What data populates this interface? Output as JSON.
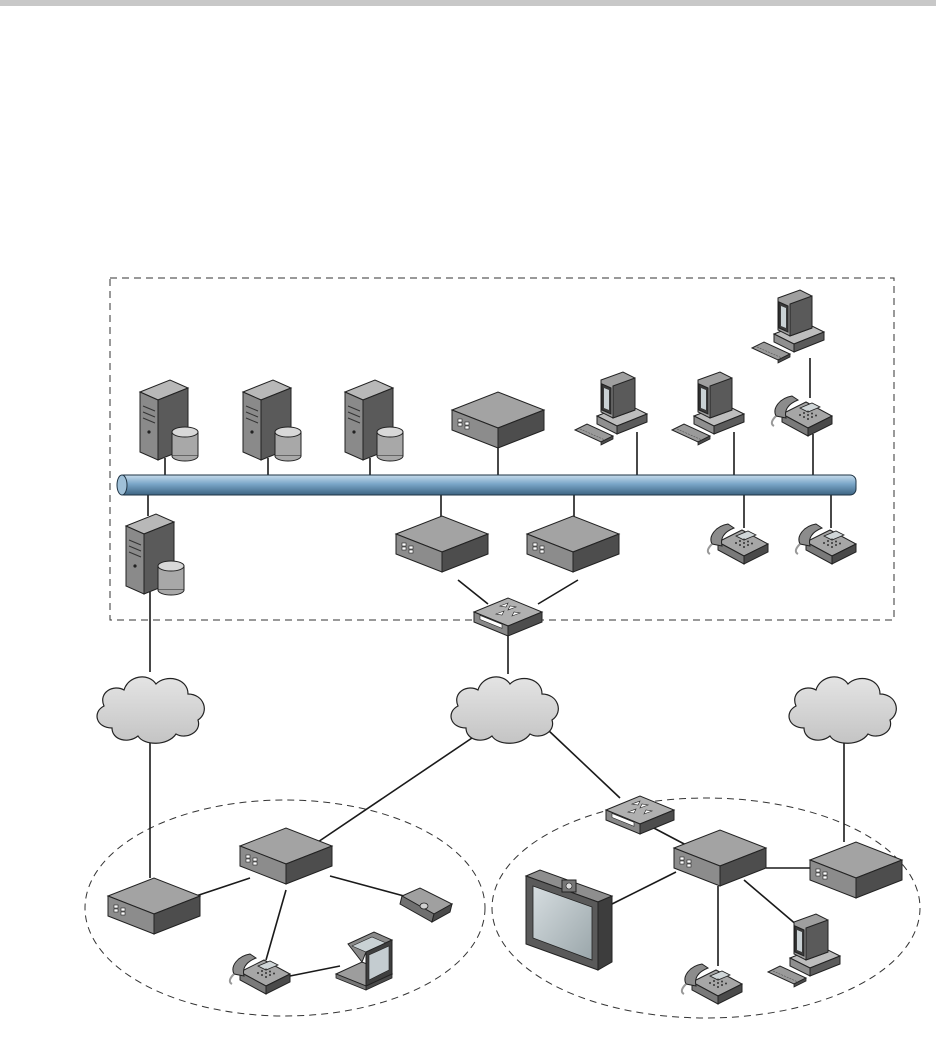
{
  "header": {
    "bar_color": "#c8c8c8"
  },
  "colors": {
    "bus": "#7aa6c8",
    "bus_dark": "#2f4f66",
    "device_top": "#9a9a9a",
    "device_side": "#4a4a4a",
    "device_front": "#6e6e6e",
    "cloud": "#d4d4d4",
    "screen": "#bfc9cc"
  },
  "diagram": {
    "zones": [
      "enterprise-network",
      "remote-site-left",
      "remote-site-right"
    ],
    "devices": [
      {
        "name": "server",
        "icon": "server-icon"
      },
      {
        "name": "gateway",
        "icon": "gateway-icon"
      },
      {
        "name": "workstation",
        "icon": "workstation-icon"
      },
      {
        "name": "ip-phone",
        "icon": "phone-icon"
      },
      {
        "name": "router",
        "icon": "router-icon"
      },
      {
        "name": "cloud",
        "icon": "cloud-icon"
      },
      {
        "name": "laptop",
        "icon": "laptop-icon"
      },
      {
        "name": "camera",
        "icon": "camera-icon"
      },
      {
        "name": "video-display",
        "icon": "display-icon"
      }
    ]
  }
}
